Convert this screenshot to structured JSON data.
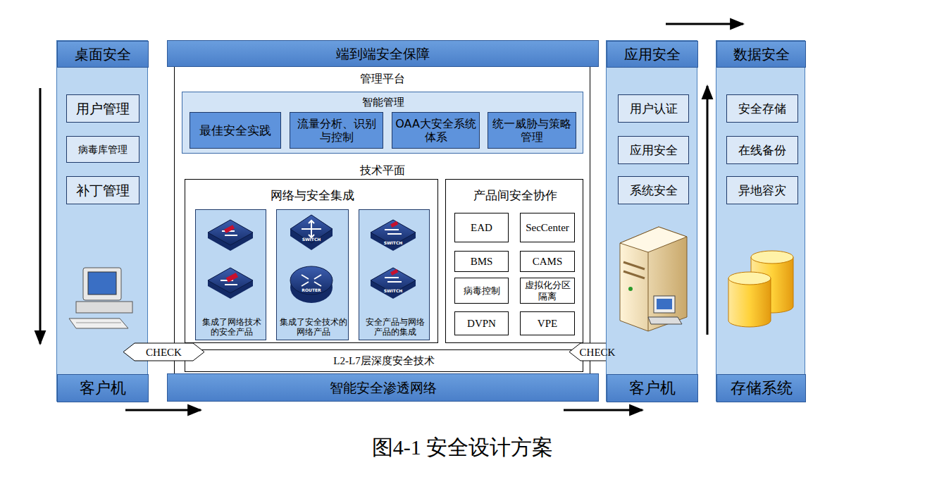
{
  "diagram": {
    "caption": "图4-1 安全设计方案",
    "nodes": [
      {
        "text": [
          "桌面安全",
          "客户机"
        ]
      },
      {
        "text": [
          "用户管理"
        ],
        "in": 0
      },
      {
        "text": [
          "病毒库管理"
        ],
        "in": 0
      },
      {
        "text": [
          "补丁管理"
        ],
        "in": 0
      },
      {
        "text": [
          "端到端安全保障",
          "管理平台",
          "技术平面",
          "智能安全渗透网络"
        ]
      },
      {
        "text": [
          "智能管理"
        ],
        "in": 4
      },
      {
        "text": [
          "最佳安全实践"
        ],
        "in": 5
      },
      {
        "text": [
          "流量分析、识别与控制"
        ],
        "in": 5
      },
      {
        "text": [
          "OAA大安全系统体系"
        ],
        "in": 5
      },
      {
        "text": [
          "统一威胁与策略管理"
        ],
        "in": 5
      },
      {
        "text": [
          "网络与安全集成"
        ],
        "in": 4
      },
      {
        "text": [
          "集成了网络技术的安全产品"
        ],
        "in": 10
      },
      {
        "text": [
          "集成了安全技术的网络产品"
        ],
        "in": 10
      },
      {
        "text": [
          "安全产品与网络产品的集成"
        ],
        "in": 10
      },
      {
        "text": [
          "产品间安全协作"
        ],
        "in": 4
      },
      {
        "text": [
          "EAD"
        ],
        "in": 14
      },
      {
        "text": [
          "SecCenter"
        ],
        "in": 14
      },
      {
        "text": [
          "BMS"
        ],
        "in": 14
      },
      {
        "text": [
          "CAMS"
        ],
        "in": 14
      },
      {
        "text": [
          "病毒控制"
        ],
        "in": 14
      },
      {
        "text": [
          "虚拟化分区隔离"
        ],
        "in": 14
      },
      {
        "text": [
          "DVPN"
        ],
        "in": 14
      },
      {
        "text": [
          "VPE"
        ],
        "in": 14
      },
      {
        "text": [
          "L2-L7层深度安全技术"
        ],
        "in": 4
      },
      {
        "text": [
          "CHECK"
        ]
      },
      {
        "text": [
          "CHECK"
        ]
      },
      {
        "text": [
          "应用安全",
          "客户机"
        ]
      },
      {
        "text": [
          "用户认证"
        ],
        "in": 26
      },
      {
        "text": [
          "应用安全"
        ],
        "in": 26
      },
      {
        "text": [
          "系统安全"
        ],
        "in": 26
      },
      {
        "text": [
          "数据安全",
          "存储系统"
        ]
      },
      {
        "text": [
          "安全存储"
        ],
        "in": 30
      },
      {
        "text": [
          "在线备份"
        ],
        "in": 30
      },
      {
        "text": [
          "异地容灾"
        ],
        "in": 30
      }
    ],
    "edges": [],
    "labels": [
      "SWITCH",
      "ROUTER",
      "SWITCH",
      "SWITCH"
    ]
  }
}
